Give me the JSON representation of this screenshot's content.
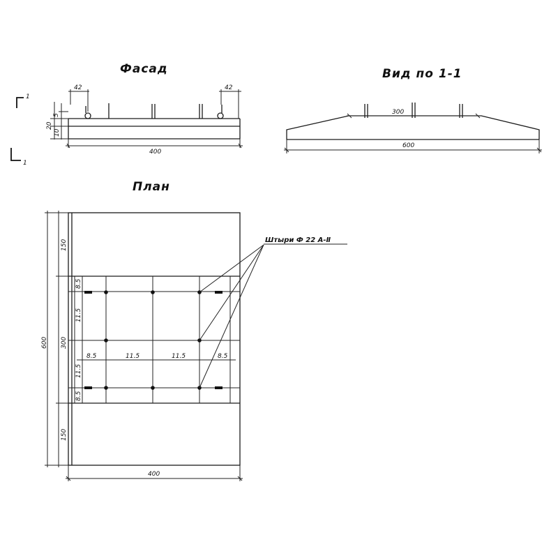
{
  "drawing": {
    "facade": {
      "title": "Фасад",
      "section_mark_top": "1",
      "section_mark_bottom": "1",
      "dim_edge_left": "42",
      "dim_edge_right": "42",
      "dim_height_small": "5",
      "dim_height_top": "20",
      "dim_height_bottom": "10",
      "dim_length": "400"
    },
    "view_1_1": {
      "title": "Вид по 1-1",
      "dim_top": "300",
      "dim_bottom": "600"
    },
    "plan": {
      "title": "План",
      "callout": "Штыри Ф 22 А-Ⅱ",
      "dim_top_margin": "150",
      "dim_overall_height": "600",
      "dim_grid_height": "300",
      "dim_bottom_margin": "150",
      "dim_row_edge_top": "8.5",
      "dim_row_mid_1": "11.5",
      "dim_row_mid_2": "11.5",
      "dim_row_edge_bottom": "8.5",
      "dim_col_1": "8.5",
      "dim_col_2": "11.5",
      "dim_col_3": "11.5",
      "dim_col_4": "8.5",
      "dim_width": "400"
    }
  }
}
